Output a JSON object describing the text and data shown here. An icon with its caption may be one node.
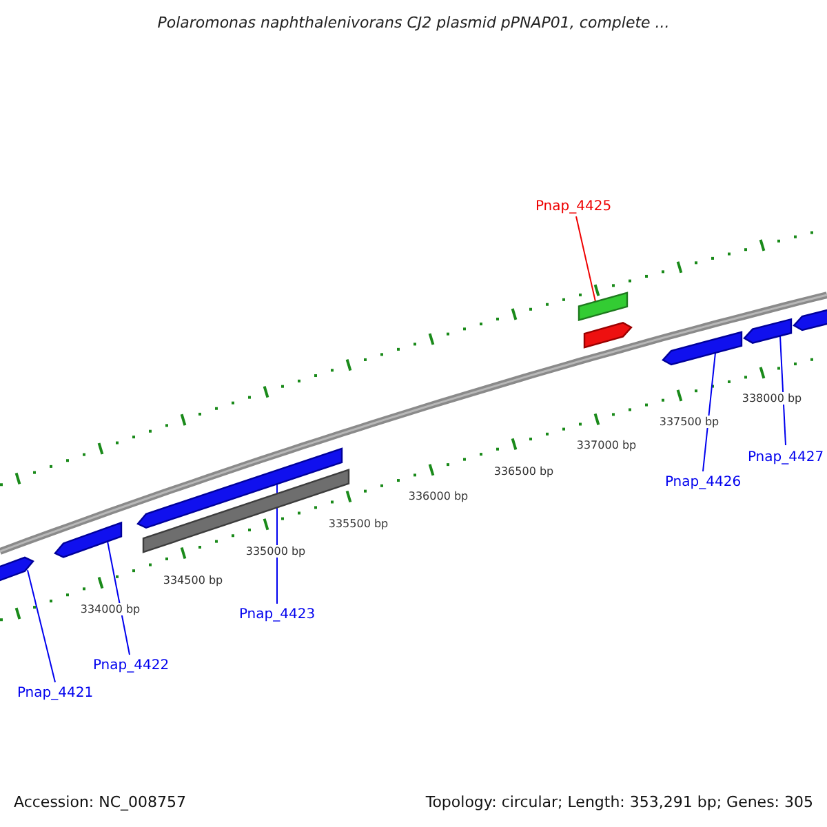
{
  "diagram": {
    "title": "Polaromonas naphthalenivorans CJ2 plasmid pPNAP01, complete ...",
    "nodes": [
      {
        "text": [
          "Pnap_4425"
        ]
      },
      {
        "text": [
          "Pnap_4427"
        ]
      },
      {
        "text": [
          "Pnap_4426"
        ]
      },
      {
        "text": [
          "Pnap_4423"
        ]
      },
      {
        "text": [
          "Pnap_4422"
        ]
      },
      {
        "text": [
          "Pnap_4421"
        ]
      },
      {
        "text": [],
        "shape": "bar"
      },
      {
        "text": [],
        "shape": "bar"
      },
      {
        "text": [],
        "shape": "bar"
      },
      {
        "text": [],
        "shape": "bar"
      },
      {
        "text": [],
        "shape": "bar"
      },
      {
        "text": [],
        "shape": "bar"
      },
      {
        "text": [],
        "shape": "bar"
      },
      {
        "text": [],
        "shape": "bar"
      },
      {
        "text": [],
        "shape": "bar"
      }
    ],
    "edges": [
      {
        "from": 0,
        "to": 10,
        "arrow": "none",
        "color": "#ee0000"
      },
      {
        "from": 1,
        "to": 13,
        "arrow": "none"
      },
      {
        "from": 2,
        "to": 12,
        "arrow": "none"
      },
      {
        "from": 3,
        "to": 8,
        "arrow": "none"
      },
      {
        "from": 4,
        "to": 7,
        "arrow": "none"
      },
      {
        "from": 5,
        "to": 6,
        "arrow": "none"
      }
    ],
    "labels": [
      "338000 bp",
      "337500 bp",
      "337000 bp",
      "336500 bp",
      "336000 bp",
      "335500 bp",
      "335000 bp",
      "334500 bp",
      "334000 bp",
      "Accession: NC_008757",
      "Topology: circular; Length: 353,291 bp; Genes: 305"
    ]
  }
}
